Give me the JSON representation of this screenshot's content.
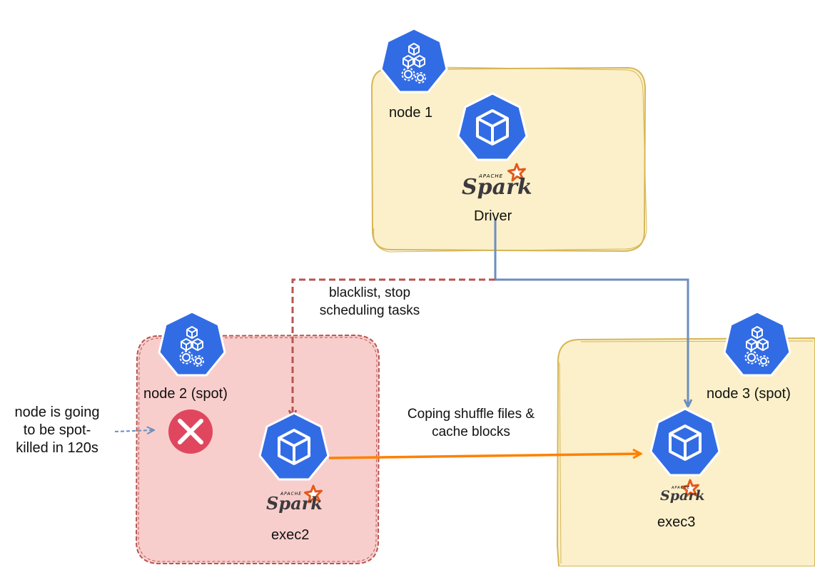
{
  "nodes": {
    "node1": {
      "label": "node 1",
      "pod_label": "Driver"
    },
    "node2": {
      "label": "node 2 (spot)",
      "pod_label": "exec2"
    },
    "node3": {
      "label": "node 3 (spot)",
      "pod_label": "exec3"
    }
  },
  "annotations": {
    "blacklist": [
      "blacklist, stop",
      "scheduling tasks"
    ],
    "shuffle": [
      "Coping shuffle files &",
      "cache blocks"
    ],
    "spot_warning": [
      "node is going",
      "to be spot-",
      "killed in 120s"
    ]
  },
  "spark_logo": {
    "word": "Spark",
    "apache": "APACHE"
  },
  "icons": {
    "node": "kubernetes-node-icon",
    "pod": "kubernetes-pod-icon",
    "killed": "x-circle-icon",
    "spark": "apache-spark-logo"
  },
  "colors": {
    "k8s_blue": "#326ce5",
    "node_fill": "#fbf0c9",
    "node_border": "#d6b656",
    "killed_fill": "#f8cecc",
    "killed_border": "#b85450",
    "killed_icon": "#e0475f",
    "driver_to_exec3": "#6c8ebf",
    "blacklist_arrow": "#b85450",
    "shuffle_arrow": "#ff8000",
    "spark_star": "#e25a1c"
  }
}
